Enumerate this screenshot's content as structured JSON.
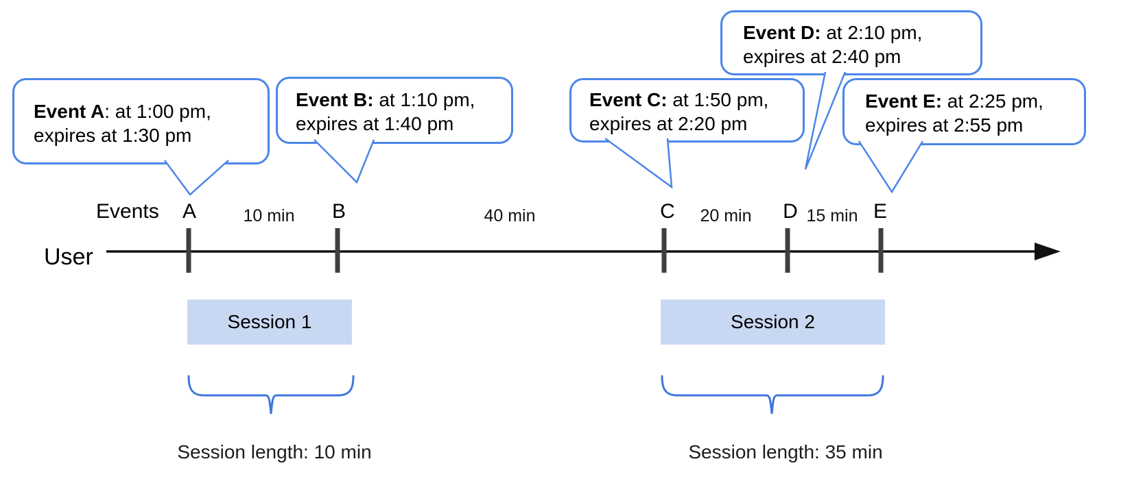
{
  "labels": {
    "events_axis": "Events",
    "user": "User"
  },
  "bubbles": [
    {
      "bold": "Event A",
      "rest": ": at 1:00 pm,",
      "line2": "expires at 1:30 pm"
    },
    {
      "bold": "Event B:",
      "rest": " at 1:10 pm,",
      "line2": "expires at 1:40 pm"
    },
    {
      "bold": "Event C:",
      "rest": " at 1:50 pm,",
      "line2": "expires at 2:20 pm"
    },
    {
      "bold": "Event D:",
      "rest": " at 2:10 pm,",
      "line2": "expires at 2:40 pm"
    },
    {
      "bold": "Event E:",
      "rest": " at 2:25 pm,",
      "line2": "expires at 2:55 pm"
    }
  ],
  "ticks": [
    {
      "label": "A"
    },
    {
      "label": "B"
    },
    {
      "label": "C"
    },
    {
      "label": "D"
    },
    {
      "label": "E"
    }
  ],
  "intervals": [
    {
      "label": "10 min"
    },
    {
      "label": "40 min"
    },
    {
      "label": "20 min"
    },
    {
      "label": "15 min"
    }
  ],
  "sessions": [
    {
      "label": "Session 1",
      "length": "Session length: 10 min"
    },
    {
      "label": "Session 2",
      "length": "Session length: 35 min"
    }
  ],
  "colors": {
    "bubble_border": "#4a86e8",
    "brace": "#3e76dd",
    "session_fill": "#c9d8f2",
    "tick": "#3f3f3f",
    "axis": "#111111"
  }
}
